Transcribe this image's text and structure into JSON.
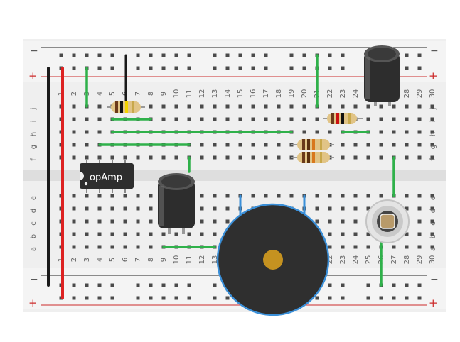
{
  "breadboard": {
    "column_numbers": [
      "1",
      "2",
      "3",
      "4",
      "5",
      "6",
      "7",
      "8",
      "9",
      "10",
      "11",
      "12",
      "13",
      "14",
      "15",
      "16",
      "17",
      "18",
      "19",
      "20",
      "21",
      "22",
      "23",
      "24",
      "25",
      "26",
      "27",
      "28",
      "29",
      "30"
    ],
    "top_row_letters": [
      "j",
      "i",
      "h",
      "g",
      "f"
    ],
    "bottom_row_letters": [
      "e",
      "d",
      "c",
      "b",
      "a"
    ],
    "rail_minus": "−",
    "rail_plus": "+"
  },
  "components": {
    "opamp_label": "opAmp"
  },
  "colors": {
    "board": "#efefef",
    "hole": "#4a4a4a",
    "rail_red": "#cc2a2a",
    "rail_black": "#222222",
    "wire_green": "#2fb14a",
    "wire_red": "#dd2222",
    "wire_black": "#1a1a1a",
    "wire_blue": "#3a8fd8",
    "component_dark": "#333333",
    "buzzer_center": "#c59220"
  },
  "icons": [
    "opamp-chip",
    "electrolytic-capacitor",
    "resistor",
    "piezo-buzzer",
    "photocell"
  ]
}
